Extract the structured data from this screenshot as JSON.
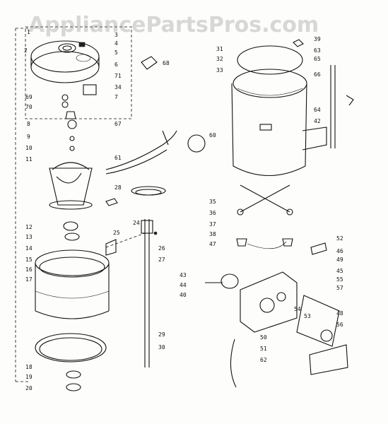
{
  "watermark": "AppliancePartsPros.com",
  "labels": [
    "1",
    "2",
    "3",
    "4",
    "5",
    "6",
    "7",
    "8",
    "9",
    "10",
    "11",
    "12",
    "13",
    "14",
    "15",
    "16",
    "17",
    "18",
    "19",
    "20",
    "24",
    "25",
    "26",
    "27",
    "28",
    "29",
    "30",
    "31",
    "32",
    "33",
    "34",
    "35",
    "36",
    "37",
    "38",
    "39",
    "40",
    "42",
    "43",
    "44",
    "45",
    "46",
    "47",
    "48",
    "49",
    "50",
    "51",
    "52",
    "53",
    "54",
    "55",
    "56",
    "57",
    "60",
    "61",
    "62",
    "63",
    "64",
    "65",
    "66",
    "67",
    "68",
    "69",
    "70",
    "71"
  ],
  "colors": {
    "line": "#111111",
    "watermark": "#8a8a8a"
  }
}
